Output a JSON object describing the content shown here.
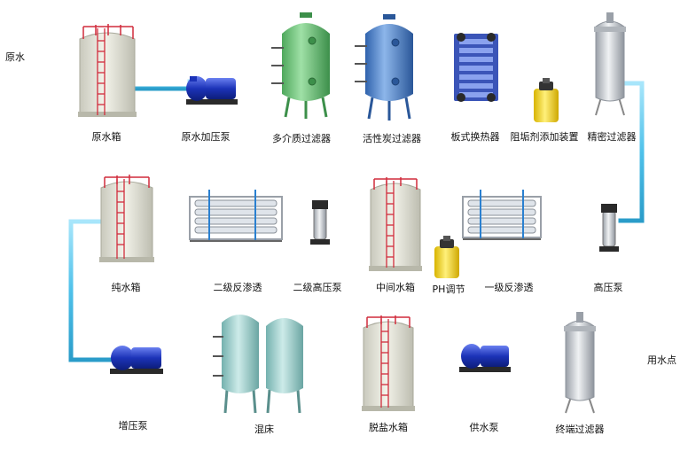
{
  "diagram": {
    "source_label": "原水",
    "outlet_label": "用水点",
    "row1": {
      "raw_tank": "原水箱",
      "raw_pump": "原水加压泵",
      "multimedia_filter": "多介质过滤器",
      "carbon_filter": "活性炭过滤器",
      "plate_exchanger": "板式换热器",
      "antiscalant": "阻垢剂添加装置",
      "precision_filter": "精密过滤器"
    },
    "row2": {
      "pure_tank": "纯水箱",
      "ro_stage2": "二级反渗透",
      "hp_pump2": "二级高压泵",
      "mid_tank": "中间水箱",
      "ph_adjust": "PH调节",
      "ro_stage1": "一级反渗透",
      "hp_pump1": "高压泵"
    },
    "row3": {
      "booster_pump": "增压泵",
      "mixed_bed": "混床",
      "desalted_tank": "脱盐水箱",
      "supply_pump": "供水泵",
      "terminal_filter": "终端过滤器"
    },
    "colors": {
      "pipe": "#5bc8ee",
      "tank": "#e6e6dc",
      "ladder": "#d12c3c",
      "pump": "#1c33b8",
      "multimedia": "#6ec27a",
      "carbon": "#4a86cf",
      "exchanger": "#4662c4",
      "dosing": "#f2d21a",
      "steel": "#c8ccd2",
      "mixed_bed": "#9fd2d0"
    }
  }
}
